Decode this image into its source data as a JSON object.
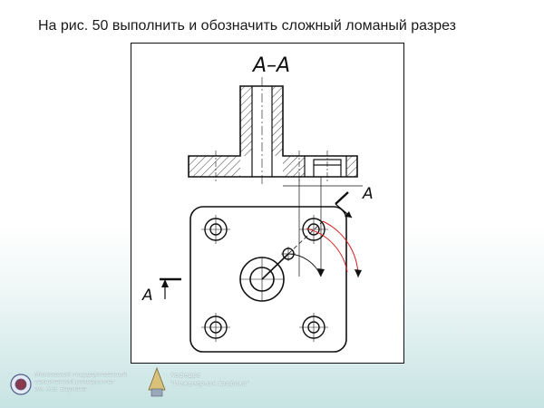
{
  "slide": {
    "title": "На рис. 50 выполнить и обозначить сложный ломаный разрез"
  },
  "drawing": {
    "section_label": "А–А",
    "cut_label_right": "А",
    "cut_label_left": "А",
    "colors": {
      "lines": "#111111",
      "arc_highlight": "#d42020",
      "frame": "#111111"
    }
  },
  "footer": {
    "university": {
      "line1": "Московский государственный",
      "line2": "технический университет",
      "line3": "им. Н.Э. Баумана",
      "icon": "bmstu-emblem-icon"
    },
    "department": {
      "line1": "Кафедра",
      "line2": "\"Инженерная графика\"",
      "icon": "department-emblem-icon"
    },
    "colors": {
      "footer_text": "#ffffff",
      "footer_gradient": "#c7e3e3"
    }
  }
}
